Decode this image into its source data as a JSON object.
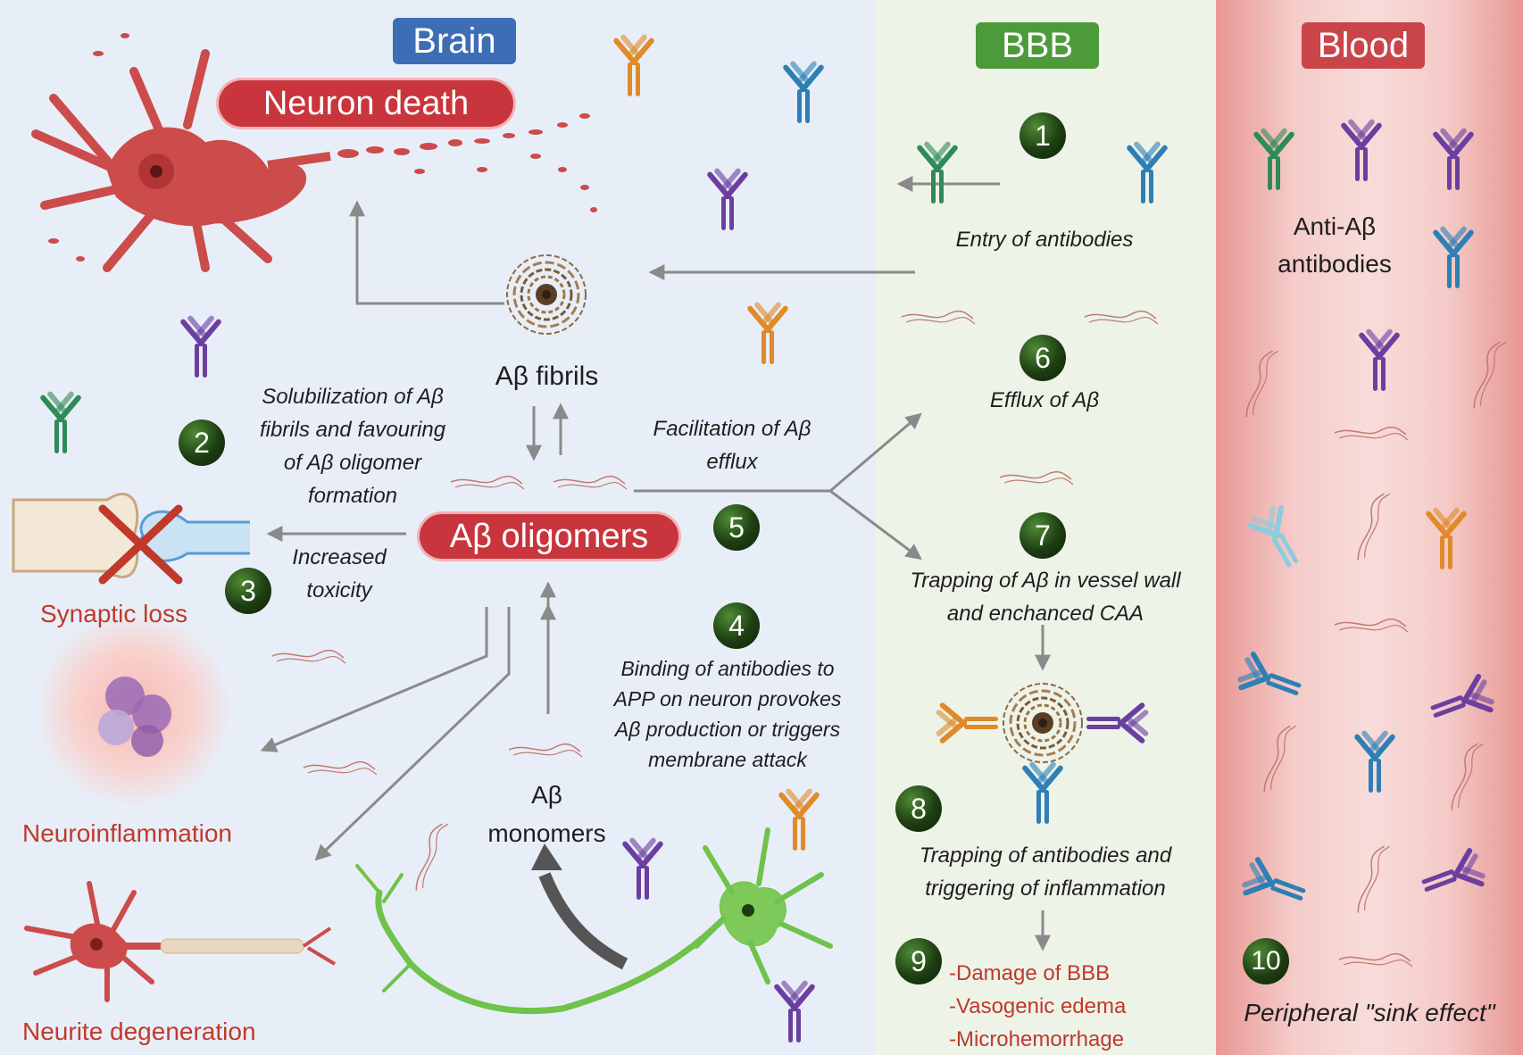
{
  "headers": {
    "brain": "Brain",
    "bbb": "BBB",
    "blood": "Blood"
  },
  "pills": {
    "neuron_death": "Neuron death",
    "ab_oligomers": "Aβ oligomers"
  },
  "labels": {
    "ab_fibrils": "Aβ fibrils",
    "ab_monomers_1": "Aβ",
    "ab_monomers_2": "monomers",
    "anti_ab_1": "Anti-Aβ",
    "anti_ab_2": "antibodies",
    "synaptic_loss": "Synaptic loss",
    "neuroinflammation": "Neuroinflammation",
    "neurite_degeneration": "Neurite degeneration"
  },
  "steps": [
    {
      "num": "1",
      "lines": [
        "Entry of antibodies"
      ]
    },
    {
      "num": "2",
      "lines": [
        "Solubilization of Aβ",
        "fibrils and favouring",
        "of Aβ oligomer",
        "formation"
      ]
    },
    {
      "num": "3",
      "lines": [
        "Increased",
        "toxicity"
      ]
    },
    {
      "num": "4",
      "lines": [
        "Binding of antibodies to",
        "APP on neuron provokes",
        "Aβ production or triggers",
        "membrane attack"
      ]
    },
    {
      "num": "5",
      "lines": [
        "Facilitation of Aβ",
        "efflux"
      ]
    },
    {
      "num": "6",
      "lines": [
        "Efflux of Aβ"
      ]
    },
    {
      "num": "7",
      "lines": [
        "Trapping of Aβ in vessel wall",
        "and enchanced CAA"
      ]
    },
    {
      "num": "8",
      "lines": [
        "Trapping of  antibodies and",
        "triggering of inflammation"
      ]
    },
    {
      "num": "9",
      "lines": [
        "-Damage of BBB",
        "-Vasogenic edema",
        "-Microhemorrhage"
      ]
    },
    {
      "num": "10",
      "lines": [
        "Peripheral \"sink effect\""
      ]
    }
  ],
  "colors": {
    "brain_bg": "#e8eef7",
    "bbb_bg": "#eef3e8",
    "blood_bg": "#f2c5c3",
    "brain_header": "#3d6db5",
    "bbb_header": "#4d9a3a",
    "blood_header": "#c9454a",
    "pill_red": "#c8353d",
    "neuron_red": "#cc4b4b",
    "neuron_green": "#6fc24a",
    "label_red": "#c0392b"
  },
  "icons": [
    "antibody-icon",
    "fibril-plaque-icon",
    "neuron-icon",
    "synapse-icon",
    "microglia-icon",
    "ab-fragment-icon",
    "arrow-icon"
  ]
}
